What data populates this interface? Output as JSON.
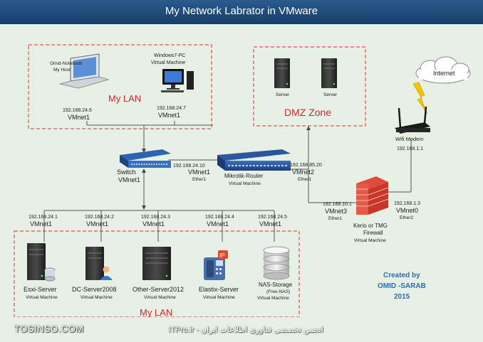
{
  "title": "My Network Labrator in VMware",
  "zones": {
    "top_lan": "My LAN",
    "bottom_lan": "My LAN",
    "dmz": "DMZ Zone"
  },
  "nodes": {
    "notebook": {
      "name": "Omid-Notebook",
      "sub": "My Host",
      "ip": "192.168.24.6",
      "net": "VMnet1"
    },
    "win7": {
      "name": "Windows7-PC",
      "sub": "Virtual Machine",
      "ip": "192.168.24.7",
      "net": "VMnet1"
    },
    "server1": {
      "name": "Server"
    },
    "server2": {
      "name": "Server"
    },
    "internet": {
      "name": "Internet"
    },
    "wifi": {
      "name": "Wifi Modem",
      "ip": "192.168.1.1"
    },
    "switch": {
      "name": "Switch",
      "net": "VMnet1"
    },
    "mikrotik": {
      "name": "Mikrotik-Router",
      "sub": "Virtual Machine",
      "ip_left": "192.168.24.10",
      "net_left": "VMnet1",
      "port_left": "Ether1",
      "ip_right": "192.168.85.20",
      "net_right": "VMnet2",
      "port_right": "Ether1"
    },
    "kerio": {
      "name": "Kerio or TMG",
      "name2": "Firewall",
      "sub": "Virtual Machine",
      "ip_left": "192.168.10.1",
      "net_left": "VMnet3",
      "port_left": "Ether1",
      "ip_right": "192.168.1.3",
      "net_right": "VMnet0",
      "port_right": "Ether2"
    },
    "esxi": {
      "name": "Esxi-Server",
      "sub": "Virtual Machine",
      "ip": "192.168.24.1",
      "net": "VMnet1"
    },
    "dc": {
      "name": "DC-Server2008",
      "sub": "Virtual Machine",
      "ip": "192.168.24.2",
      "net": "VMnet1"
    },
    "other": {
      "name": "Other-Server2012",
      "sub": "Virtual Machine",
      "ip": "192.168.24.3",
      "net": "VMnet1"
    },
    "elastix": {
      "name": "Elastix-Server",
      "sub": "Virtual Machine",
      "ip": "192.168.24.4",
      "net": "VMnet1"
    },
    "nas": {
      "name": "NAS-Storage",
      "name2": "(Free-NAS)",
      "sub": "Virtual Machine",
      "ip": "192.168.24.5",
      "net": "VMnet1"
    }
  },
  "credit": {
    "line1": "Created by",
    "line2": "OMID -SARAB",
    "line3": "2015"
  },
  "footer": {
    "left": "TOSINSO.COM",
    "center": "انجمن تخصصی فناوری اطلاعات ایران - ITPro.ir"
  },
  "colors": {
    "title_bar": "#1f4e80",
    "zone_border": "#d9534f",
    "zone_label": "#d9232d",
    "credit": "#2a6cb8"
  }
}
